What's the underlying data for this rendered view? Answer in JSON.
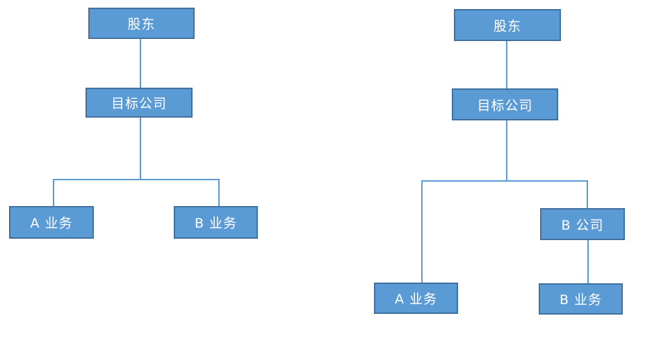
{
  "colors": {
    "box_fill": "#5B9BD5",
    "box_border": "#41719C",
    "connector_line": "#5B9BD5",
    "box_text": "#FFFFFF",
    "page_bg": "#FFFFFF"
  },
  "diagram_left": {
    "nodes": {
      "shareholder": "股东",
      "target_company": "目标公司",
      "business_a": "A 业务",
      "business_b": "B 业务"
    }
  },
  "diagram_right": {
    "nodes": {
      "shareholder": "股东",
      "target_company": "目标公司",
      "company_b": "B 公司",
      "business_a": "A 业务",
      "business_b": "B 业务"
    }
  }
}
